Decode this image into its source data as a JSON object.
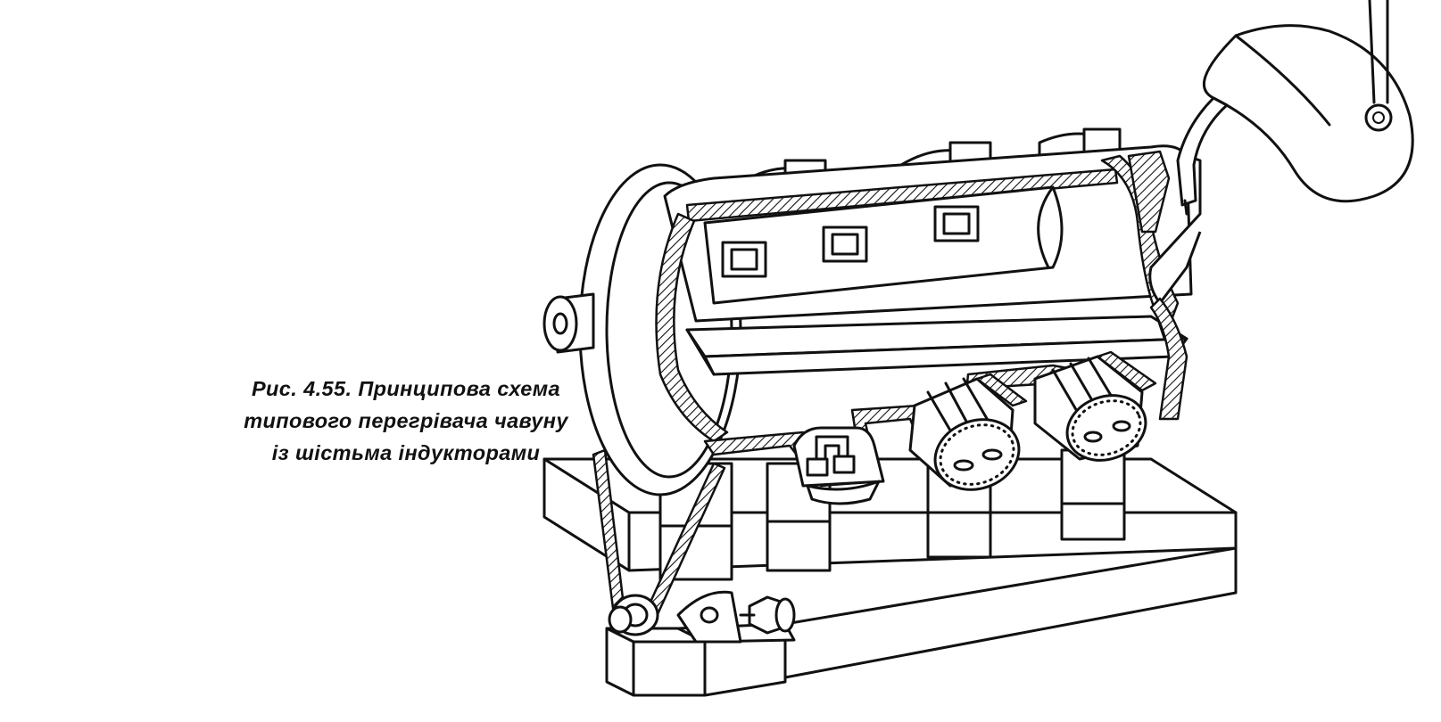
{
  "caption": {
    "line1": "Рис. 4.55. Принципова схема",
    "line2": "типового перегрівача чавуну",
    "line3": "із шістьма індукторами"
  },
  "figure": {
    "icons": [
      "overheater-drum-icon",
      "inductor-icon",
      "ladle-icon",
      "tilt-drive-icon",
      "base-frame-icon"
    ]
  }
}
